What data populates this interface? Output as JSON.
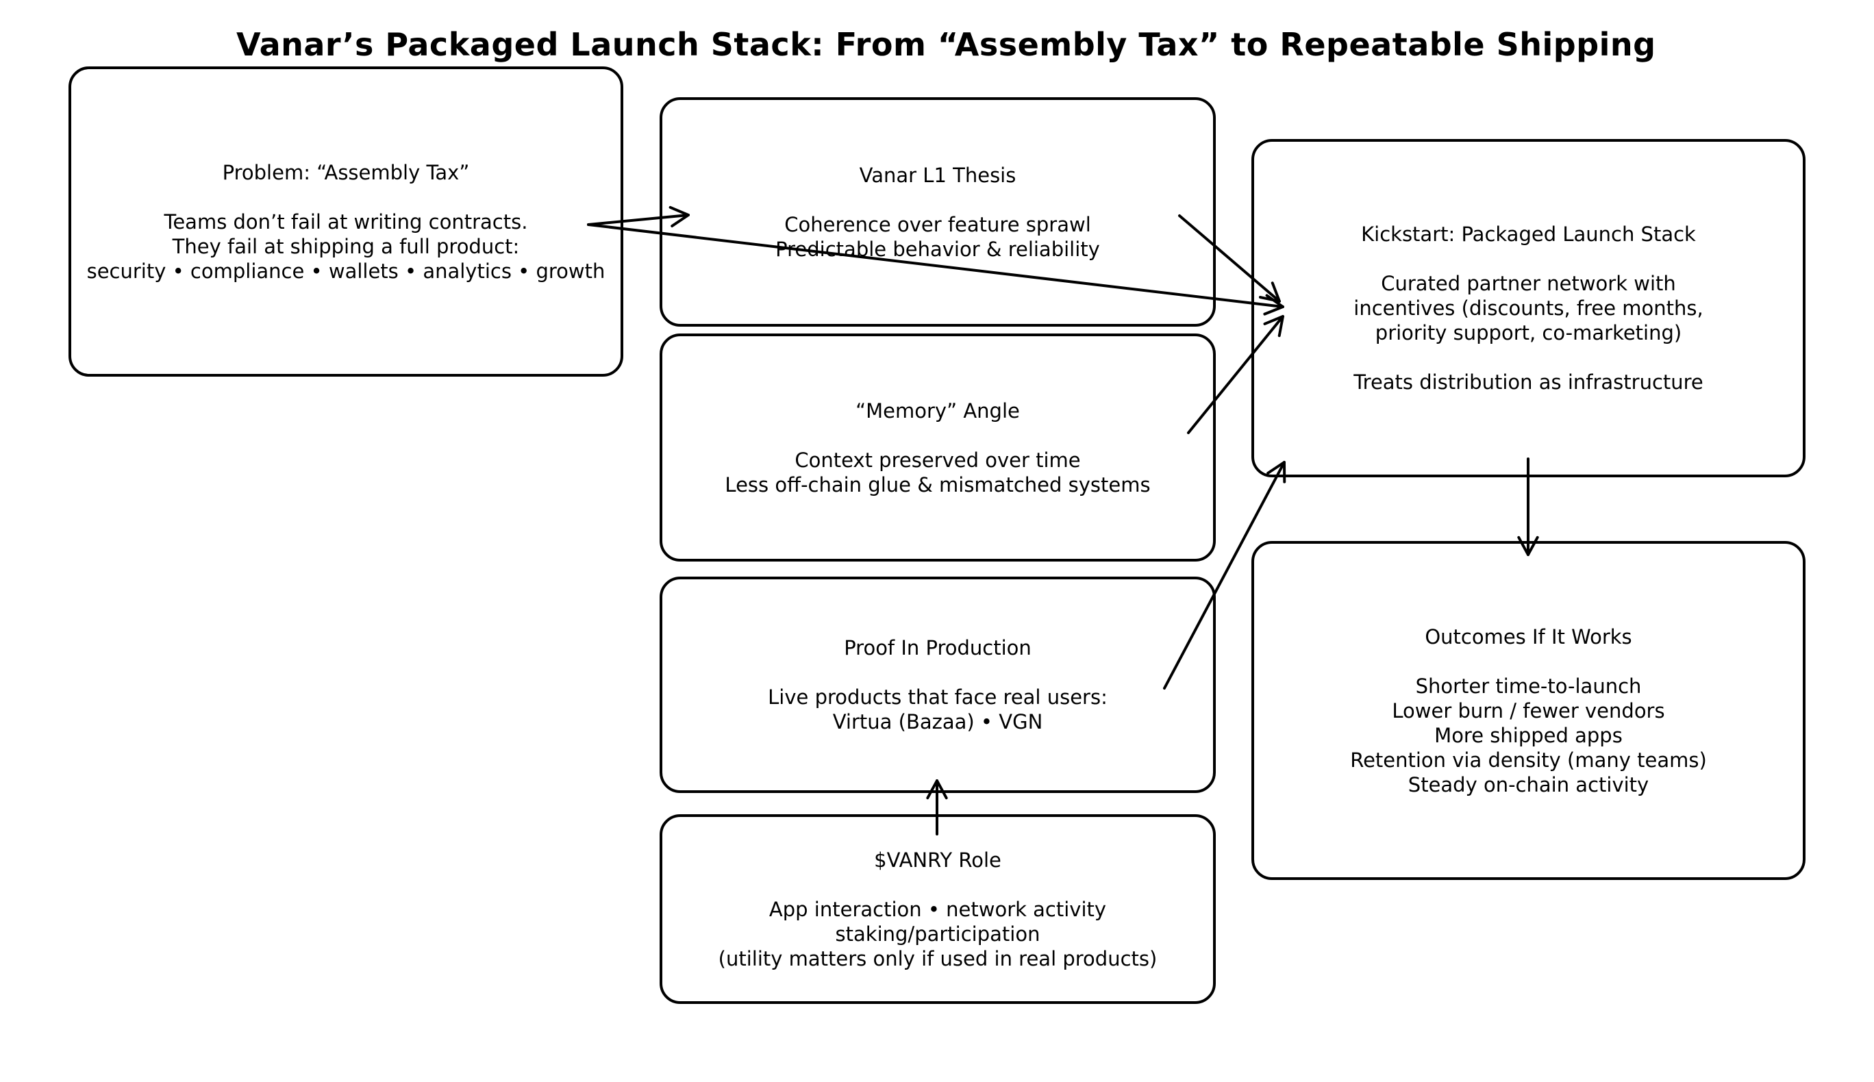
{
  "page": {
    "background": "#ffffff",
    "ink": "#000000"
  },
  "title": "Vanar’s Packaged Launch Stack: From “Assembly Tax” to Repeatable Shipping",
  "boxes": {
    "problem": {
      "title": "Problem: “Assembly Tax”",
      "lines": [
        "Teams don’t fail at writing contracts.",
        "They fail at shipping a full product:",
        "security • compliance • wallets • analytics • growth"
      ]
    },
    "thesis": {
      "title": "Vanar L1 Thesis",
      "lines": [
        "Coherence over feature sprawl",
        "Predictable behavior & reliability"
      ]
    },
    "memory": {
      "title": "“Memory” Angle",
      "lines": [
        "Context preserved over time",
        "Less off-chain glue & mismatched systems"
      ]
    },
    "proof": {
      "title": "Proof In Production",
      "lines": [
        "Live products that face real users:",
        "Virtua (Bazaa) • VGN"
      ]
    },
    "vanry": {
      "title": "$VANRY Role",
      "lines": [
        "App interaction • network activity",
        "staking/participation",
        "(utility matters only if used in real products)"
      ]
    },
    "kickstart": {
      "title": "Kickstart: Packaged Launch Stack",
      "lines": [
        "Curated partner network with",
        "incentives (discounts, free months,",
        "priority support, co-marketing)",
        "",
        "Treats distribution as infrastructure"
      ]
    },
    "outcomes": {
      "title": "Outcomes If It Works",
      "lines": [
        "Shorter time-to-launch",
        "Lower burn / fewer vendors",
        "More shipped apps",
        "Retention via density (many teams)",
        "Steady on-chain activity"
      ]
    }
  },
  "edges": [
    {
      "from": "problem",
      "to": "thesis"
    },
    {
      "from": "problem",
      "to": "kickstart"
    },
    {
      "from": "thesis",
      "to": "kickstart"
    },
    {
      "from": "memory",
      "to": "kickstart"
    },
    {
      "from": "proof",
      "to": "kickstart"
    },
    {
      "from": "kickstart",
      "to": "outcomes"
    },
    {
      "from": "vanry",
      "to": "proof"
    }
  ]
}
